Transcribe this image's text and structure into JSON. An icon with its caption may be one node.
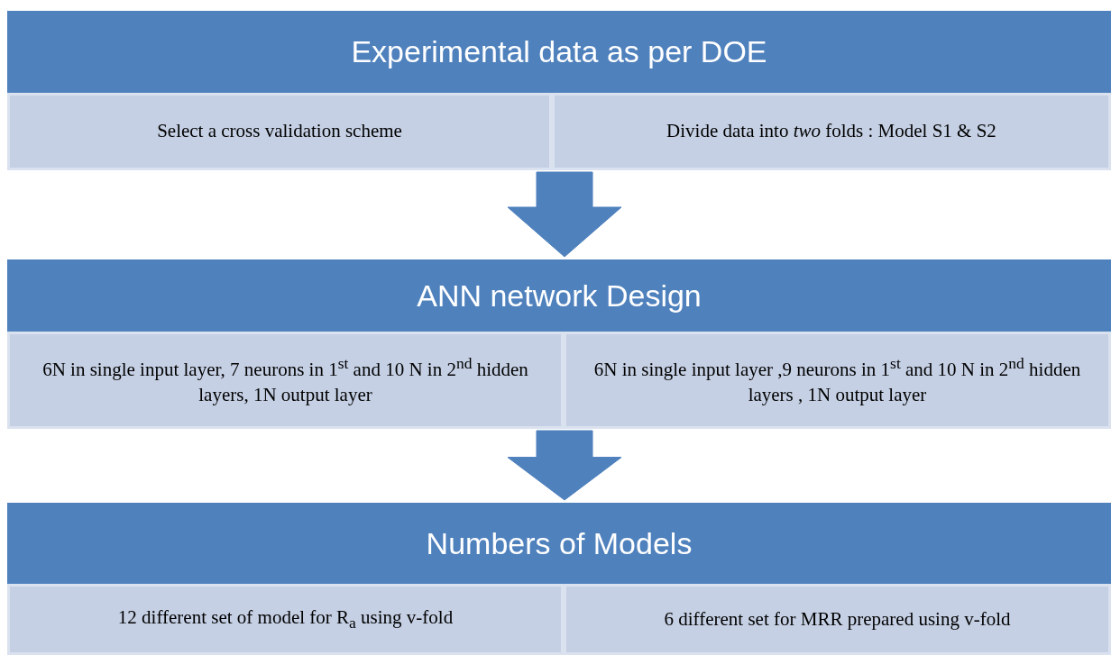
{
  "diagram": {
    "nodes": [
      {
        "text": [
          "Experimental data as per DOE"
        ]
      },
      {
        "text": [
          "Select a cross validation scheme"
        ]
      },
      {
        "text": [
          "Divide data into *two* folds : Model S1 & S2"
        ]
      },
      {
        "text": [
          "ANN network Design"
        ]
      },
      {
        "text": [
          "6N in single input layer, 7 neurons in 1$^{st}$ and 10 N in 2$^{nd}$ hidden layers, 1N output layer"
        ]
      },
      {
        "text": [
          "6N in single input layer ,9 neurons in 1$^{st}$ and 10 N in 2$^{nd}$ hidden layers , 1N output layer"
        ]
      },
      {
        "text": [
          "Numbers of Models"
        ]
      },
      {
        "text": [
          "12 different set of model for R$_{a}$  using v-fold"
        ]
      },
      {
        "text": [
          "6 different set for MRR prepared using v-fold"
        ]
      }
    ],
    "edges": [
      {
        "from": 1,
        "to": 3,
        "arrow": "to"
      },
      {
        "from": 2,
        "to": 3,
        "arrow": "to"
      },
      {
        "from": 4,
        "to": 6,
        "arrow": "to"
      },
      {
        "from": 5,
        "to": 6,
        "arrow": "to"
      }
    ]
  }
}
